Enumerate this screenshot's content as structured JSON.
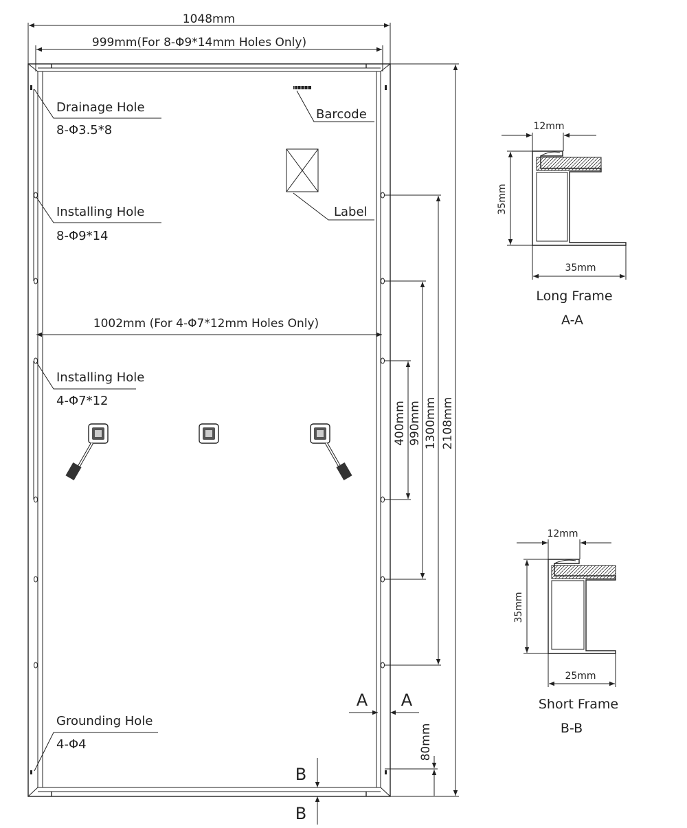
{
  "panel_dims": {
    "overall_width": "1048mm",
    "hole_span_top": "999mm(For 8-Φ9*14mm Holes Only)",
    "hole_span_mid": "1002mm (For 4-Φ7*12mm Holes Only)",
    "dim_400": "400mm",
    "dim_990": "990mm",
    "dim_1300": "1300mm",
    "dim_2108": "2108mm",
    "dim_80": "80mm"
  },
  "callouts": {
    "drainage_title": "Drainage Hole",
    "drainage_spec": "8-Φ3.5*8",
    "barcode": "Barcode",
    "label": "Label",
    "installing1_title": "Installing Hole",
    "installing1_spec": "8-Φ9*14",
    "installing2_title": "Installing Hole",
    "installing2_spec": "4-Φ7*12",
    "grounding_title": "Grounding Hole",
    "grounding_spec": "4-Φ4"
  },
  "section_marks": {
    "a": "A",
    "b": "B"
  },
  "long_frame": {
    "top_dim": "12mm",
    "side_dim": "35mm",
    "bottom_dim": "35mm",
    "title": "Long Frame",
    "section": "A-A"
  },
  "short_frame": {
    "top_dim": "12mm",
    "side_dim": "35mm",
    "bottom_dim": "25mm",
    "title": "Short Frame",
    "section": "B-B"
  }
}
